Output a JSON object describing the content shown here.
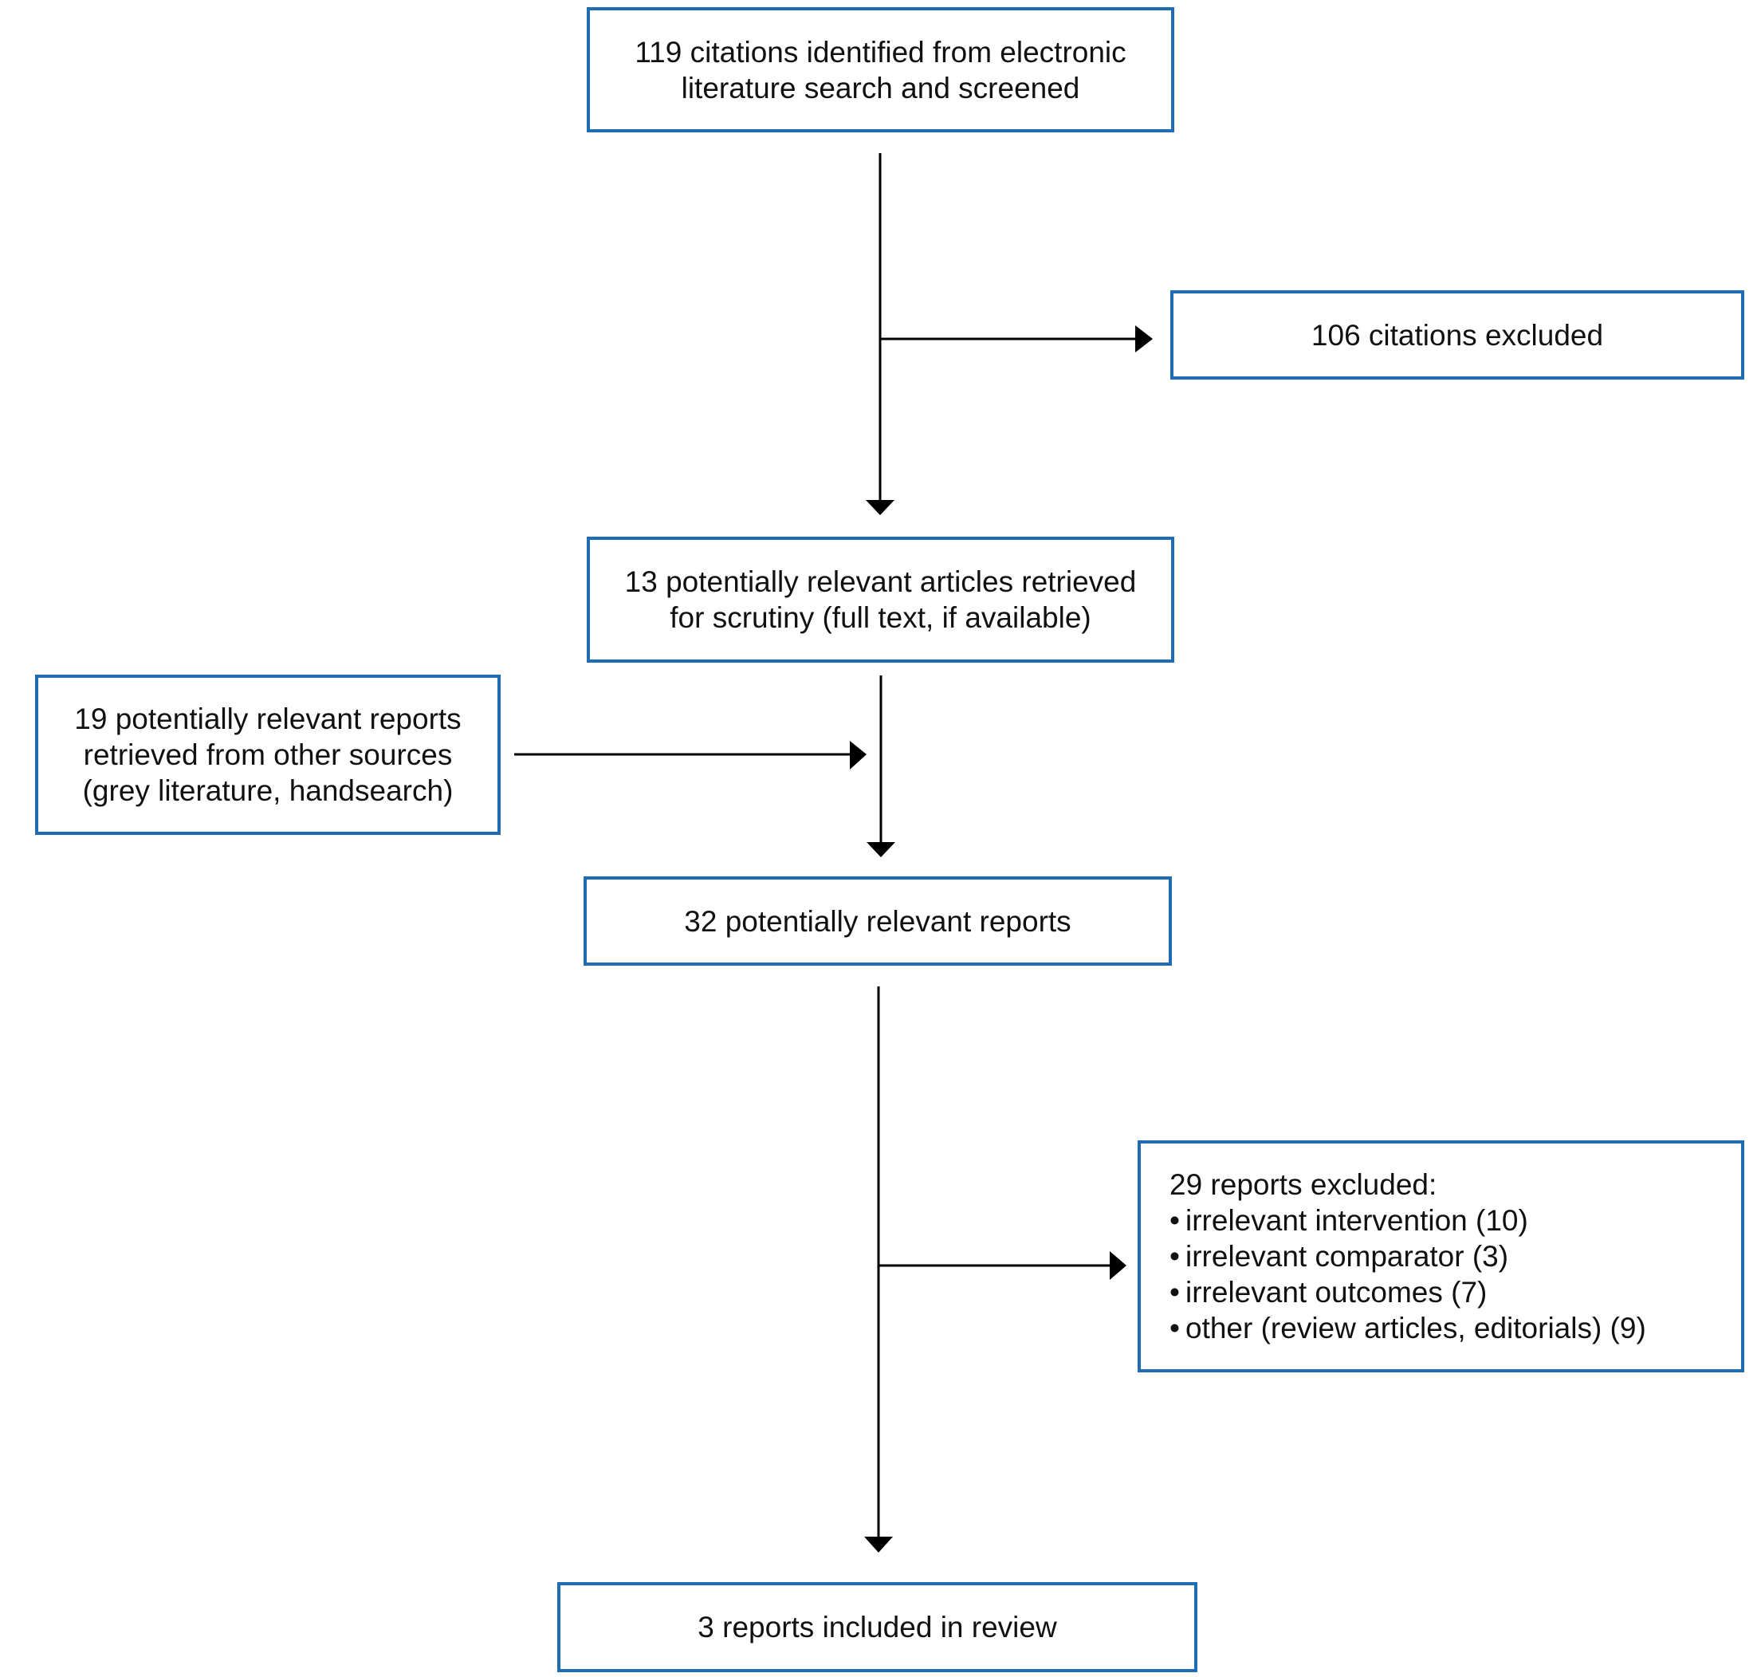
{
  "boxes": {
    "identified": {
      "lines": [
        "119 citations identified from electronic",
        "literature search and screened"
      ]
    },
    "excluded_citations": {
      "lines": [
        "106 citations excluded"
      ]
    },
    "retrieved": {
      "lines": [
        "13 potentially relevant articles retrieved",
        "for scrutiny (full text, if available)"
      ]
    },
    "other_sources": {
      "lines": [
        "19 potentially relevant reports",
        "retrieved from other sources",
        "(grey literature, handsearch)"
      ]
    },
    "potentially_relevant": {
      "lines": [
        "32 potentially relevant reports"
      ]
    },
    "excluded_reports": {
      "heading": "29 reports excluded:",
      "bullet": "•",
      "reasons": [
        "irrelevant intervention (10)",
        "irrelevant comparator (3)",
        "irrelevant outcomes (7)",
        "other (review articles, editorials) (9)"
      ]
    },
    "included": {
      "lines": [
        "3 reports included in review"
      ]
    }
  },
  "colors": {
    "box_border": "#1f6cb5",
    "arrow": "#000000",
    "text": "#111111"
  }
}
